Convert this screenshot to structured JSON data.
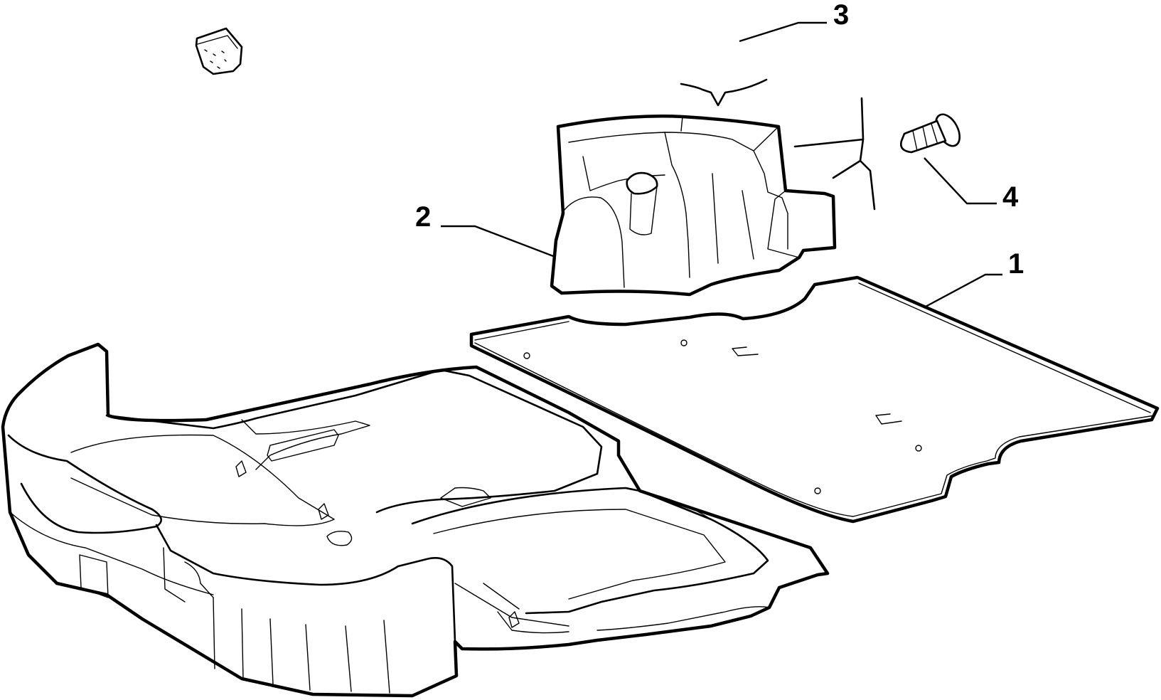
{
  "callouts": {
    "c1": "1",
    "c2": "2",
    "c3": "3",
    "c4": "4"
  },
  "parts": [
    {
      "id": "1",
      "name": "floor-mat"
    },
    {
      "id": "2",
      "name": "wheel-well-trim"
    },
    {
      "id": "3",
      "name": "foam-block"
    },
    {
      "id": "4",
      "name": "push-clip"
    }
  ],
  "colors": {
    "line": "#000000",
    "background": "#ffffff"
  }
}
